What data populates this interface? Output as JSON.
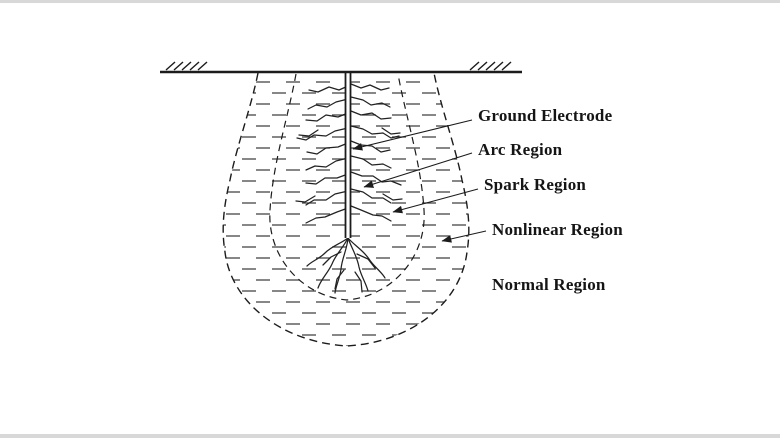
{
  "figure": {
    "colors": {
      "line": "#1c1c1c",
      "background": "#ffffff",
      "frame": "#d8d8d8"
    },
    "labels": [
      {
        "id": "ground-electrode",
        "text": "Ground Electrode"
      },
      {
        "id": "arc-region",
        "text": "Arc Region"
      },
      {
        "id": "spark-region",
        "text": "Spark Region"
      },
      {
        "id": "nonlinear-region",
        "text": "Nonlinear Region"
      },
      {
        "id": "normal-region",
        "text": "Normal Region"
      }
    ]
  }
}
